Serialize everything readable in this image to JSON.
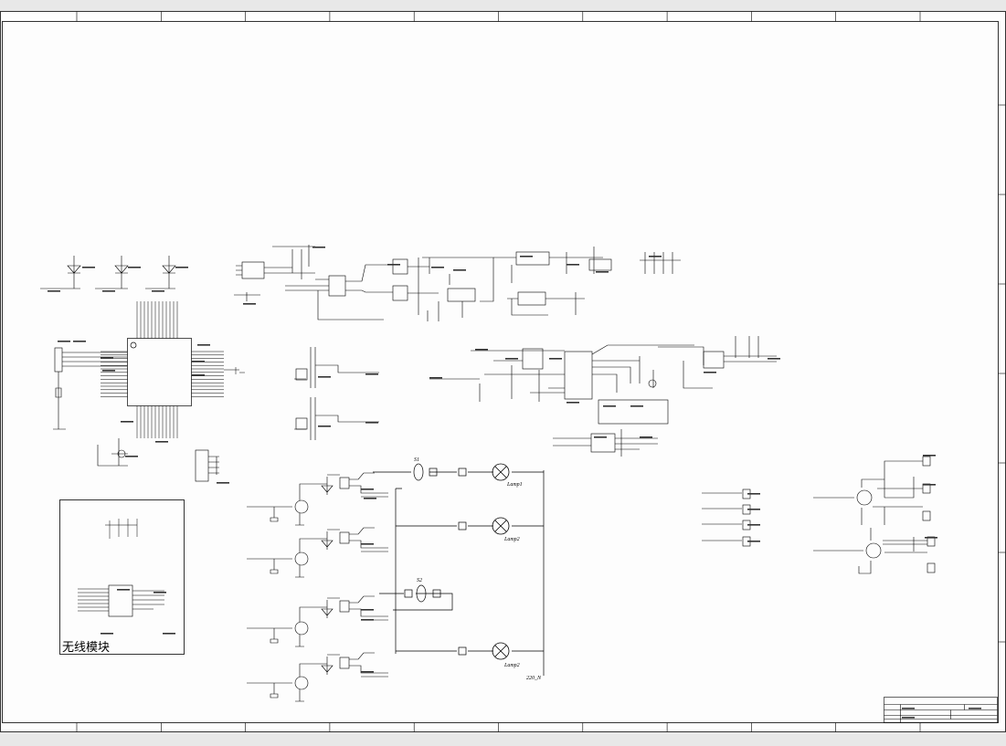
{
  "sheet": {
    "background": "#fdfdfd",
    "wire_color": "#000000",
    "frame_color": "#000000"
  },
  "labels": {
    "s1": "S1",
    "s2": "S2",
    "lamp1": "Lamp1",
    "lamp2_a": "Lamp2",
    "lamp2_b": "Lamp2",
    "neutral": "220_N",
    "wireless_module": "无线模块"
  }
}
